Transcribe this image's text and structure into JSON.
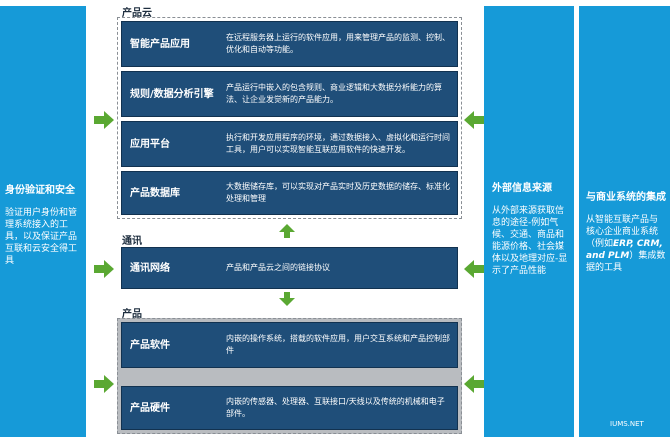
{
  "left_panel": {
    "title": "身份验证和安全",
    "body": "验证用户身份和管理系统接入的工具，以及保证产品互联和云安全得工具"
  },
  "external_panel": {
    "title": "外部信息来源",
    "body": "从外部来源获取信息的途径-例如气候、交通、商品和能源价格、社会媒体以及地理对应-显示了产品性能"
  },
  "business_panel": {
    "title": "与商业系统的集成",
    "body_prefix": "从智能互联产品与核心企业商业系统（例如",
    "body_emph": "ERP, CRM, and PLM",
    "body_suffix": "）集成数据的工具"
  },
  "cloud": {
    "label": "产品云",
    "rows": [
      {
        "name": "智能产品应用",
        "desc": "在远程服务器上运行的软件应用，用来管理产品的监测、控制、优化和自动等功能。"
      },
      {
        "name": "规则/数据分析引擎",
        "desc": "产品运行中嵌入的包含规则、商业逻辑和大数据分析能力的算法、让企业发觉新的产品能力。"
      },
      {
        "name": "应用平台",
        "desc": "执行和开发应用程序的环境，通过数据接入、虚拟化和运行时间工具，用户可以实现智能互联应用软件的快速开发。"
      },
      {
        "name": "产品数据库",
        "desc": "大数据储存库，可以实现对产品实时及历史数据的储存、标准化处理和管理"
      }
    ]
  },
  "connectivity": {
    "label": "通讯",
    "row": {
      "name": "通讯网络",
      "desc": "产品和产品云之间的链接协议"
    }
  },
  "product": {
    "label": "产品",
    "rows": [
      {
        "name": "产品软件",
        "desc": "内嵌的操作系统，搭载的软件应用，用户交互系统和产品控制部件"
      },
      {
        "name": "产品硬件",
        "desc": "内嵌的传感器、处理器、互联接口/天线以及传统的机械和电子部件。"
      }
    ]
  },
  "colors": {
    "side_blue": "#169ad8",
    "row_navy": "#1f4e79",
    "arrow_green": "#5aa832"
  },
  "footer": "IUMS.NET"
}
